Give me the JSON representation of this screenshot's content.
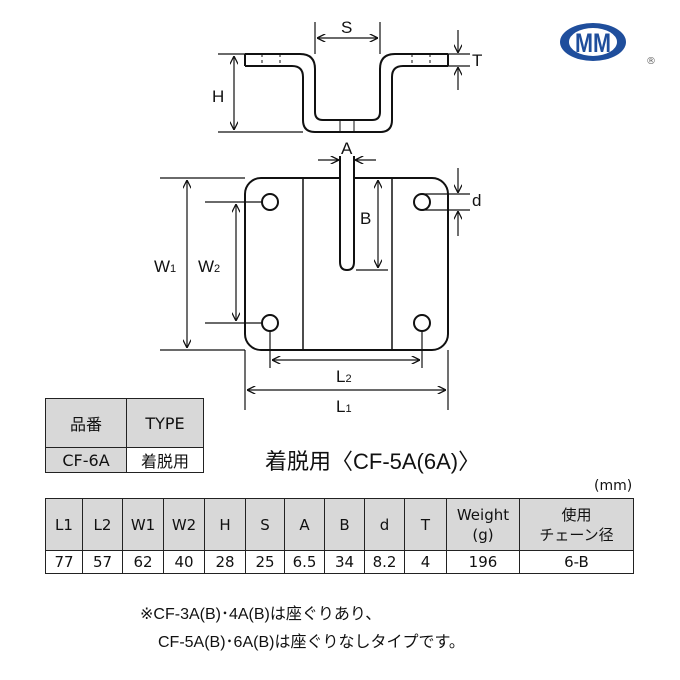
{
  "logo": {
    "text": "MM",
    "registered": "®",
    "color": "#1f4e9c"
  },
  "drawing_labels": {
    "S": "S",
    "T": "T",
    "H": "H",
    "A": "A",
    "B": "B",
    "d": "d",
    "W1": "W",
    "W1_sub": "1",
    "W2": "W",
    "W2_sub": "2",
    "L2": "L",
    "L2_sub": "2",
    "L1": "L",
    "L1_sub": "1"
  },
  "type_table": {
    "headers": [
      "品番",
      "TYPE"
    ],
    "row": [
      "CF-6A",
      "着脱用"
    ]
  },
  "title": "着脱用〈CF-5A(6A)〉",
  "unit": "(mm)",
  "spec_table": {
    "headers": [
      "L1",
      "L2",
      "W1",
      "W2",
      "H",
      "S",
      "A",
      "B",
      "d",
      "T",
      "Weight",
      "使用"
    ],
    "headers_line2": {
      "weight": "(g)",
      "chain": "チェーン径"
    },
    "row": [
      "77",
      "57",
      "62",
      "40",
      "28",
      "25",
      "6.5",
      "34",
      "8.2",
      "4",
      "196",
      "6-B"
    ]
  },
  "notes": [
    "※CF-3A(B)･4A(B)は座ぐりあり、",
    "CF-5A(B)･6A(B)は座ぐりなしタイプです。"
  ]
}
